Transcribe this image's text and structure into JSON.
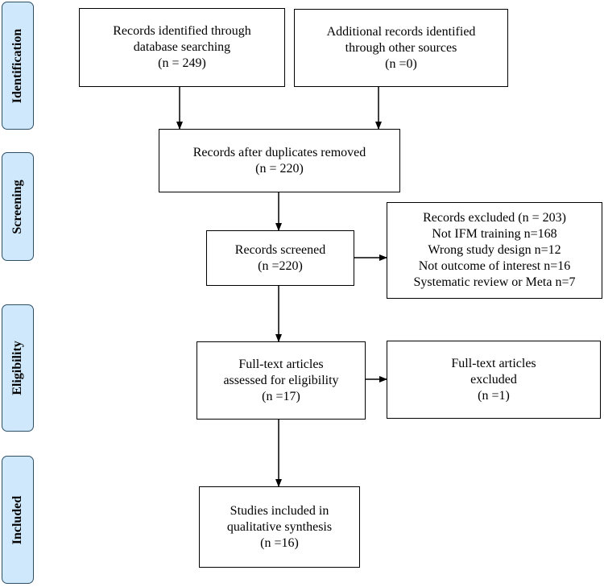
{
  "phases": {
    "identification": "Identification",
    "screening": "Screening",
    "eligibility": "Eligibility",
    "included": "Included"
  },
  "boxes": {
    "database": {
      "lines": [
        "Records identified through",
        "database searching",
        "(n = 249)"
      ]
    },
    "other_sources": {
      "lines": [
        "Additional records identified",
        "through other sources",
        "(n =0)"
      ]
    },
    "duplicates_removed": {
      "lines": [
        "Records after duplicates removed",
        "(n = 220)"
      ]
    },
    "screened": {
      "lines": [
        "Records screened",
        "(n =220)"
      ]
    },
    "excluded": {
      "lines": [
        "Records excluded (n = 203)",
        "Not IFM training n=168",
        "Wrong study design n=12",
        "Not outcome of interest n=16",
        "Systematic review or Meta n=7"
      ]
    },
    "fulltext": {
      "lines": [
        "Full-text articles",
        "assessed for eligibility",
        "(n =17)"
      ]
    },
    "fulltext_excluded": {
      "lines": [
        "Full-text articles",
        "excluded",
        "(n =1)"
      ]
    },
    "included": {
      "lines": [
        "Studies included in",
        "qualitative synthesis",
        "(n =16)"
      ]
    }
  }
}
